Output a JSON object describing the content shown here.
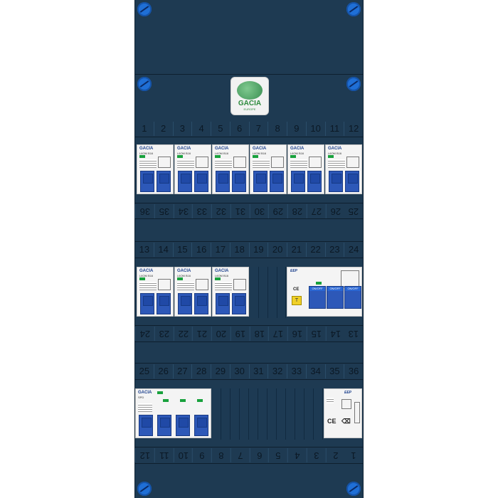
{
  "panel": {
    "description_visible": false
  },
  "logo": {
    "brand": "GACIA",
    "tagline": "EUROPE"
  },
  "rows": {
    "row1_top": [
      "1",
      "2",
      "3",
      "4",
      "5",
      "6",
      "7",
      "8",
      "9",
      "10",
      "11",
      "12"
    ],
    "row1_bottom": [
      "36",
      "35",
      "34",
      "33",
      "32",
      "31",
      "30",
      "29",
      "28",
      "27",
      "26",
      "25"
    ],
    "row2_top": [
      "13",
      "14",
      "15",
      "16",
      "17",
      "18",
      "19",
      "20",
      "21",
      "22",
      "23",
      "24"
    ],
    "row2_bottom": [
      "24",
      "23",
      "22",
      "21",
      "20",
      "19",
      "18",
      "17",
      "16",
      "15",
      "14",
      "13"
    ],
    "row3_top": [
      "25",
      "26",
      "27",
      "28",
      "29",
      "30",
      "31",
      "32",
      "33",
      "34",
      "35",
      "36"
    ],
    "row3_bottom": [
      "12",
      "11",
      "10",
      "9",
      "8",
      "7",
      "6",
      "5",
      "4",
      "3",
      "2",
      "1"
    ]
  },
  "mcb": {
    "brand": "GACIA",
    "model": "L6OM",
    "rating": "B16"
  },
  "rcd": {
    "brand": "EEP",
    "test_label": "T",
    "switch_label": "ON/OFF",
    "ce": "CE"
  },
  "surge": {
    "brand": "GACIA",
    "model": "SPD"
  },
  "meter": {
    "brand": "EEP",
    "ce": "CE",
    "weee": "⌫"
  }
}
